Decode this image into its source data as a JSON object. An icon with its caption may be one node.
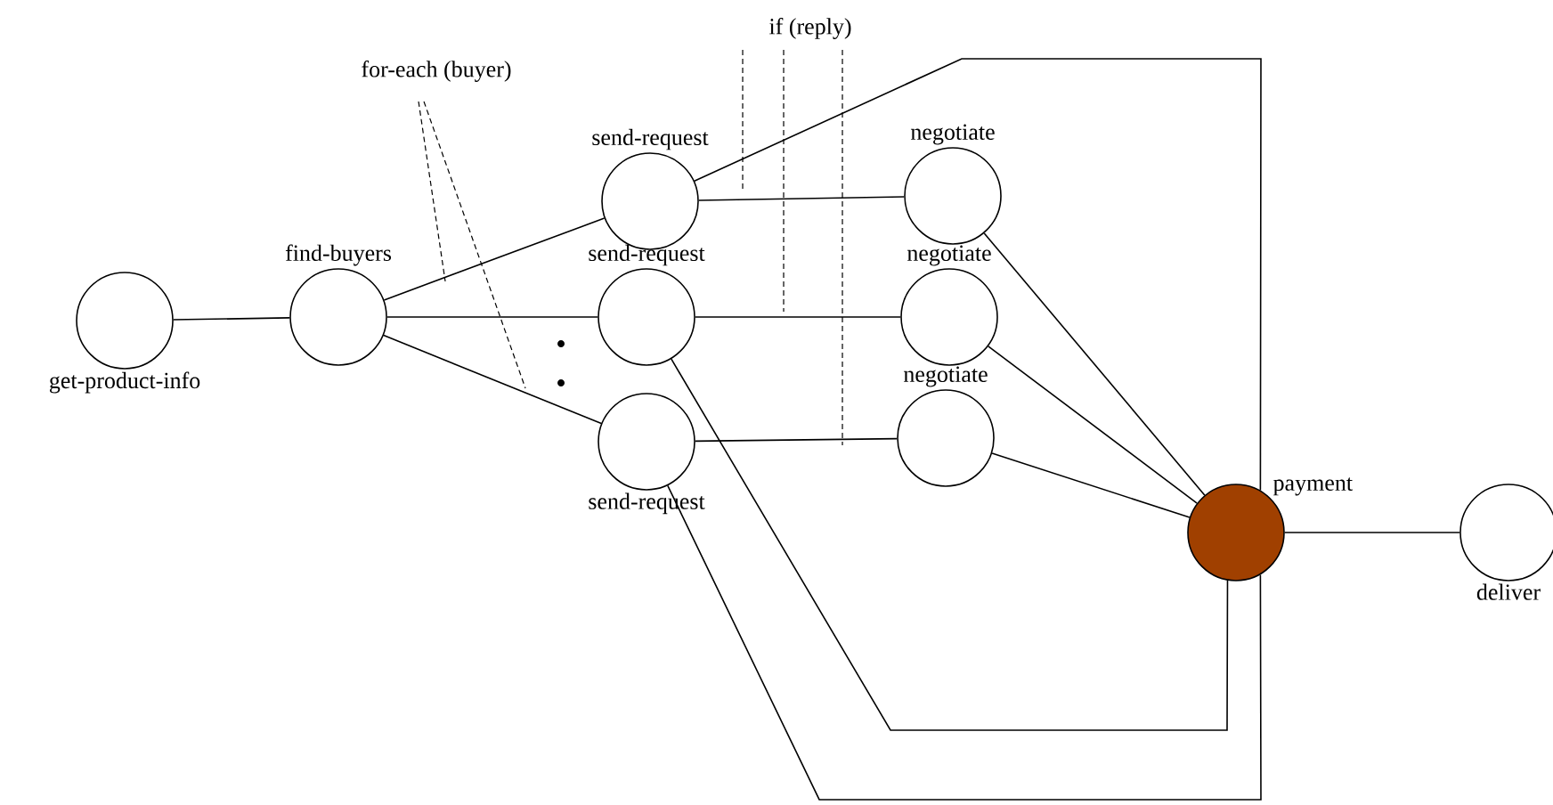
{
  "diagram": {
    "nodes": [
      {
        "text": [
          "get-product-info"
        ]
      },
      {
        "text": [
          "find-buyers"
        ]
      },
      {
        "text": [
          "send-request"
        ]
      },
      {
        "text": [
          "send-request"
        ]
      },
      {
        "text": [
          "send-request"
        ]
      },
      {
        "text": [
          "negotiate"
        ]
      },
      {
        "text": [
          "negotiate"
        ]
      },
      {
        "text": [
          "negotiate"
        ]
      },
      {
        "text": [
          "payment"
        ]
      },
      {
        "text": [
          "deliver"
        ]
      }
    ],
    "edges": [
      {
        "from": 0,
        "to": 1,
        "arrow": "none"
      },
      {
        "from": 1,
        "to": 2,
        "arrow": "none"
      },
      {
        "from": 1,
        "to": 3,
        "arrow": "none"
      },
      {
        "from": 1,
        "to": 4,
        "arrow": "none"
      },
      {
        "from": 2,
        "to": 5,
        "arrow": "none"
      },
      {
        "from": 3,
        "to": 6,
        "arrow": "none"
      },
      {
        "from": 4,
        "to": 7,
        "arrow": "none"
      },
      {
        "from": 2,
        "to": 8,
        "arrow": "none"
      },
      {
        "from": 5,
        "to": 8,
        "arrow": "none"
      },
      {
        "from": 6,
        "to": 8,
        "arrow": "none"
      },
      {
        "from": 7,
        "to": 8,
        "arrow": "none"
      },
      {
        "from": 3,
        "to": 8,
        "arrow": "none"
      },
      {
        "from": 4,
        "to": 8,
        "arrow": "none"
      },
      {
        "from": 8,
        "to": 9,
        "arrow": "none"
      }
    ],
    "labels": [
      "for-each (buyer)",
      "if (reply)"
    ]
  }
}
